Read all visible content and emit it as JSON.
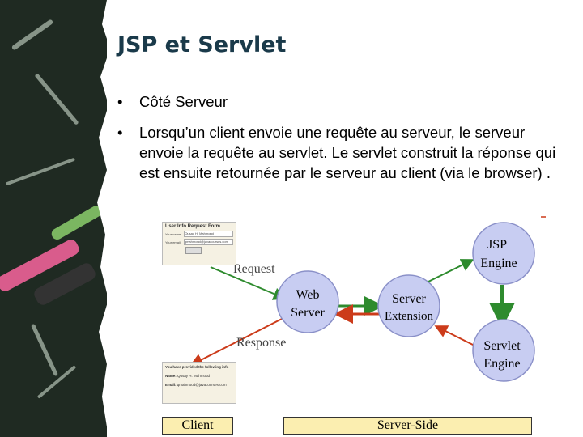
{
  "slide": {
    "title": "JSP et Servlet",
    "bullet_symbol": "•",
    "bullets": [
      "Côté Serveur",
      "Lorsqu’un client envoie une requête au serveur, le serveur envoie la requête au servlet. Le servlet construit la réponse qui est ensuite retournée par le serveur au client (via le browser) ."
    ]
  },
  "diagram": {
    "nodes": {
      "web_server": [
        "Web",
        "Server"
      ],
      "server_extension": [
        "Server",
        "Extension"
      ],
      "jsp_engine": [
        "JSP",
        "Engine"
      ],
      "servlet_engine": [
        "Servlet",
        "Engine"
      ]
    },
    "labels": {
      "request": "Request",
      "response": "Response"
    },
    "form": {
      "header": "User Info Request Form",
      "name_label": "Your name:",
      "name_value": "Qusay H. Mahmoud",
      "email_label": "Your email:",
      "email_value": "qmahmoud@javacourses.com"
    },
    "result": {
      "header": "You have provided the following info",
      "name_label": "Name:",
      "name_value": "Qusay H. Mahmoud",
      "email_label": "Email:",
      "email_value": "qmahmoud@javacourses.com"
    },
    "footer": {
      "client": "Client",
      "server_side": "Server-Side"
    },
    "colors": {
      "node_fill": "#c8cdf2",
      "request_arrow": "#2e8b2e",
      "response_arrow": "#cc3b1a",
      "footer_fill": "#fbeeb0"
    }
  }
}
